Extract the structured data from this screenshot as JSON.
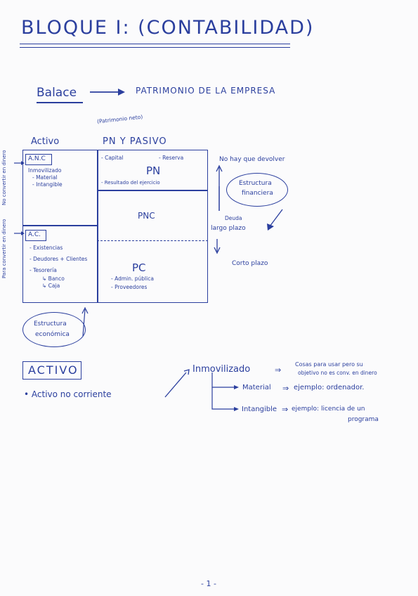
{
  "header": {
    "title": "BLOQUE I: (CONTABILIDAD)"
  },
  "balance": {
    "label": "Balace",
    "target": "PATRIMONIO DE LA EMPRESA"
  },
  "table": {
    "col_left": "Activo",
    "col_right": "PN Y PASIVO",
    "pn_note": "(Patrimonio neto)",
    "anc": {
      "label": "A.N.C",
      "items": [
        "Inmovilizado",
        "- Material",
        "- Intangible"
      ]
    },
    "ac": {
      "label": "A.C.",
      "items": [
        "- Existencias",
        "- Deudores + Clientes",
        "- Tesorería"
      ],
      "subitems": [
        "↳ Banco",
        "↳ Caja"
      ]
    },
    "pn": {
      "label": "PN",
      "capital": "- Capital",
      "reserva": "- Reserva",
      "resultado": "- Resultado del ejercicio"
    },
    "pnc": {
      "label": "PNC"
    },
    "pc": {
      "label": "PC",
      "items": [
        "- Admin. pública",
        "- Proveedores"
      ]
    }
  },
  "side_notes": {
    "left_top": "No convertir en dinero",
    "left_bottom": "Para convertir en dinero",
    "no_devolver": "No hay que devolver",
    "estructura_financiera": [
      "Estructura",
      "financiera"
    ],
    "deuda": "Deuda",
    "largo_plazo": "largo plazo",
    "corto_plazo": "Corto plazo",
    "estructura_economica": [
      "Estructura",
      "económica"
    ]
  },
  "activo_section": {
    "heading": "ACTIVO",
    "bullet": "• Activo no corriente",
    "inmovilizado": "Inmovilizado",
    "inmovilizado_desc": [
      "Cosas para usar pero su",
      "objetivo no es conv. en dinero"
    ],
    "material": "Material",
    "material_desc": "ejemplo: ordenador.",
    "intangible": "Intangible",
    "intangible_desc": [
      "ejemplo: licencia de un",
      "programa"
    ]
  },
  "footer": {
    "page": "- 1 -"
  }
}
